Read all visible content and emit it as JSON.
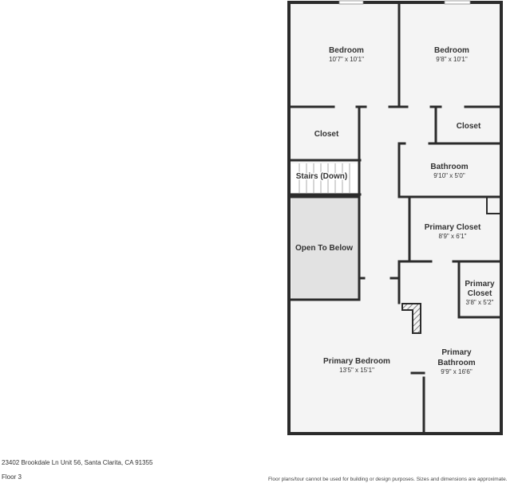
{
  "rooms": {
    "bedroom_1": {
      "name": "Bedroom",
      "dims": "10'7\" x 10'1\""
    },
    "bedroom_2": {
      "name": "Bedroom",
      "dims": "9'8\" x 10'1\""
    },
    "closet_1": {
      "name": "Closet"
    },
    "closet_2": {
      "name": "Closet"
    },
    "stairs": {
      "name": "Stairs (Down)"
    },
    "bathroom": {
      "name": "Bathroom",
      "dims": "9'10\" x 5'0\""
    },
    "open_to_below": {
      "name": "Open To Below"
    },
    "primary_closet_1": {
      "name": "Primary Closet",
      "dims": "8'9\" x 6'1\""
    },
    "primary_closet_2": {
      "name_line1": "Primary",
      "name_line2": "Closet",
      "dims": "3'8\" x 5'2\""
    },
    "primary_bedroom": {
      "name": "Primary Bedroom",
      "dims": "13'5\" x 15'1\""
    },
    "primary_bathroom": {
      "name_line1": "Primary",
      "name_line2": "Bathroom",
      "dims": "9'9\" x 16'6\""
    }
  },
  "footer": {
    "address": "23402 Brookdale Ln Unit 56, Santa Clarita, CA 91355",
    "floor": "Floor 3",
    "disclaimer": "Floor plans/tour cannot be used for building or design purposes. Sizes and dimensions are approximate."
  },
  "colors": {
    "wall": "#2b2b2b",
    "floor": "#f4f4f4",
    "open_to_below": "#e2e2e2"
  }
}
